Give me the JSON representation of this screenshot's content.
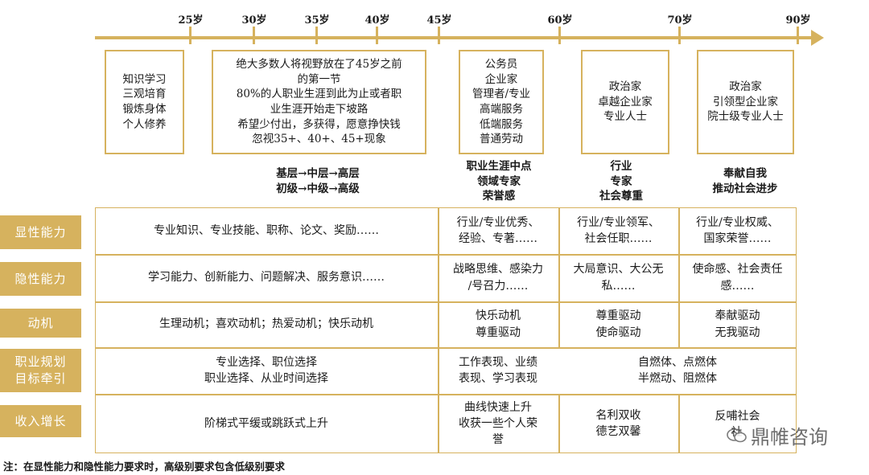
{
  "timeline": {
    "ticks": [
      "25岁",
      "30岁",
      "35岁",
      "40岁",
      "45岁",
      "60岁",
      "70岁",
      "90岁"
    ]
  },
  "stages": [
    {
      "lines": [
        "知识学习",
        "三观培育",
        "锻炼身体",
        "个人修养"
      ]
    },
    {
      "lines": [
        "绝大多数人将视野放在了45岁之前",
        "的第一节",
        "80%的人职业生涯到此为止或者职",
        "业生涯开始走下坡路",
        "希望少付出，多获得，愿意挣快钱",
        "忽视35+、40+、45+现象"
      ]
    },
    {
      "lines": [
        "公务员",
        "企业家",
        "管理者/专业",
        "高端服务",
        "低端服务",
        "普通劳动"
      ]
    },
    {
      "lines": [
        "政治家",
        "卓越企业家",
        "专业人士"
      ]
    },
    {
      "lines": [
        "政治家",
        "引领型企业家",
        "院士级专业人士"
      ]
    }
  ],
  "paths": [
    {
      "lines": [
        "基层→中层→高层",
        "初级→中级→高级"
      ]
    },
    {
      "lines": [
        "职业生涯中点",
        "领域专家",
        "荣誉感"
      ]
    },
    {
      "lines": [
        "行业",
        "专家",
        "社会尊重"
      ]
    },
    {
      "lines": [
        "奉献自我",
        "推动社会进步"
      ]
    }
  ],
  "rows": [
    {
      "label": [
        "显性能力"
      ],
      "cells": [
        [
          "专业知识、专业技能、职称、论文、奖励……"
        ],
        [
          "行业/专业优秀、",
          "经验、专著……"
        ],
        [
          "行业/专业领军、",
          "社会任职……"
        ],
        [
          "行业/专业权威、",
          "国家荣誉……"
        ]
      ]
    },
    {
      "label": [
        "隐性能力"
      ],
      "cells": [
        [
          "学习能力、创新能力、问题解决、服务意识……"
        ],
        [
          "战略思维、感染力",
          "/号召力……"
        ],
        [
          "大局意识、大公无",
          "私……"
        ],
        [
          "使命感、社会责任",
          "感……"
        ]
      ]
    },
    {
      "label": [
        "动机"
      ],
      "cells": [
        [
          "生理动机；喜欢动机；热爱动机；快乐动机"
        ],
        [
          "快乐动机",
          "尊重驱动"
        ],
        [
          "尊重驱动",
          "使命驱动"
        ],
        [
          "奉献驱动",
          "无我驱动"
        ]
      ]
    },
    {
      "label": [
        "职业规划",
        "目标牵引"
      ],
      "cells": [
        [
          "专业选择、职位选择",
          "职业选择、从业时间选择"
        ],
        [
          "工作表现、业绩",
          "表现、学习表现"
        ],
        [
          "自燃体、点燃体",
          "半燃动、阻燃体"
        ]
      ]
    },
    {
      "label": [
        "收入增长"
      ],
      "cells": [
        [
          "阶梯式平缓或跳跃式上升"
        ],
        [
          "曲线快速上升",
          "收获一些个人荣",
          "誉"
        ],
        [
          "名利双收",
          "德艺双馨"
        ],
        [
          "反哺社会",
          "社"
        ]
      ]
    }
  ],
  "note": "注：在显性能力和隐性能力要求时，高级别要求包含低级别要求",
  "watermark": "鼎帷咨询",
  "colors": {
    "accent": "#d6b25e"
  }
}
